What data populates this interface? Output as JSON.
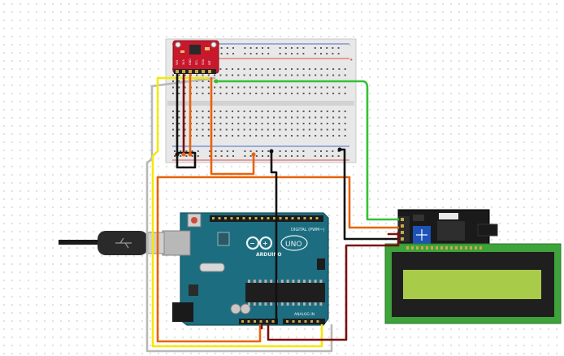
{
  "arduino": {
    "brand": "ARDUINO",
    "model": "UNO",
    "digital_header_label": "DIGITAL (PWM~)",
    "analog_header_label": "ANALOG IN"
  },
  "sensor": {
    "pin_labels": [
      "VIN",
      "3V3",
      "GND",
      "SCL",
      "SDA",
      "INT"
    ]
  },
  "breadboard": {
    "rail_minus": "-",
    "rail_plus": "+"
  },
  "colors": {
    "wire_black": "#111111",
    "wire_orange": "#e8620c",
    "wire_red": "#7a0f0f",
    "wire_green": "#33c233",
    "wire_yellow": "#f4e70a",
    "wire_gray": "#b8b8b8",
    "arduino_board": "#1d6d80",
    "lcd_screen": "#a8cc4a",
    "lcd_bezel": "#1f1f1f",
    "sensor_board": "#c8182c",
    "i2c_board": "#1a1a1a",
    "pot_blue": "#1d52b8"
  }
}
